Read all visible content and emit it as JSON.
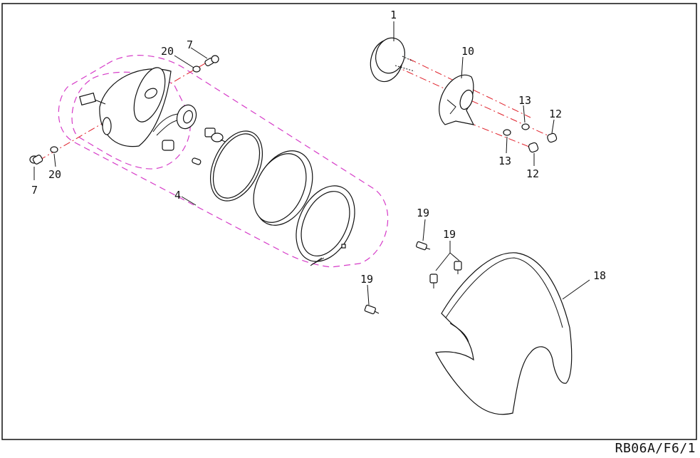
{
  "drawing_code": "RB06A/F6/1",
  "callouts": {
    "c1": "1",
    "c4": "4",
    "c7a": "7",
    "c7b": "7",
    "c10": "10",
    "c12a": "12",
    "c12b": "12",
    "c13a": "13",
    "c13b": "13",
    "c18": "18",
    "c19a": "19",
    "c19b": "19",
    "c19c": "19",
    "c20a": "20",
    "c20b": "20"
  },
  "colors": {
    "assembly_outline": "#d63cc8",
    "axis_line": "#e0202a"
  }
}
